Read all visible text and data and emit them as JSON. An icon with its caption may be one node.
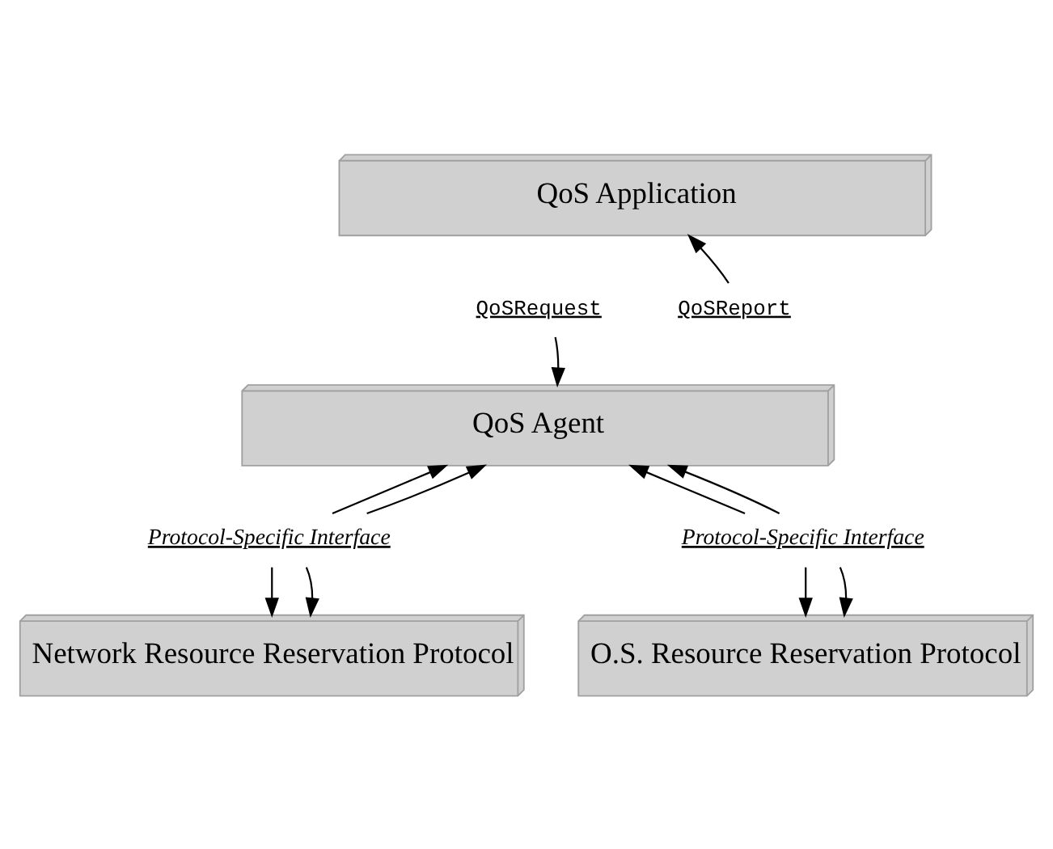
{
  "diagram": {
    "nodes": [
      {
        "text": [
          "QoS Application"
        ]
      },
      {
        "text": [
          "QoSRequest"
        ]
      },
      {
        "text": [
          "QoSReport"
        ]
      },
      {
        "text": [
          "QoS Agent"
        ]
      },
      {
        "text": [
          "Protocol-Specific Interface"
        ]
      },
      {
        "text": [
          "Protocol-Specific Interface"
        ]
      },
      {
        "text": [
          "Network Resource Reservation Protocol"
        ]
      },
      {
        "text": [
          "O.S. Resource Reservation Protocol"
        ]
      }
    ],
    "edges": [
      {
        "from": 1,
        "to": 3,
        "arrow": "to"
      },
      {
        "from": 2,
        "to": 0,
        "arrow": "to"
      },
      {
        "from": 4,
        "to": 3,
        "arrow": "to"
      },
      {
        "from": 4,
        "to": 3,
        "arrow": "to"
      },
      {
        "from": 5,
        "to": 3,
        "arrow": "to"
      },
      {
        "from": 5,
        "to": 3,
        "arrow": "to"
      },
      {
        "from": 4,
        "to": 6,
        "arrow": "to"
      },
      {
        "from": 4,
        "to": 6,
        "arrow": "to"
      },
      {
        "from": 5,
        "to": 7,
        "arrow": "to"
      },
      {
        "from": 5,
        "to": 7,
        "arrow": "to"
      }
    ]
  }
}
